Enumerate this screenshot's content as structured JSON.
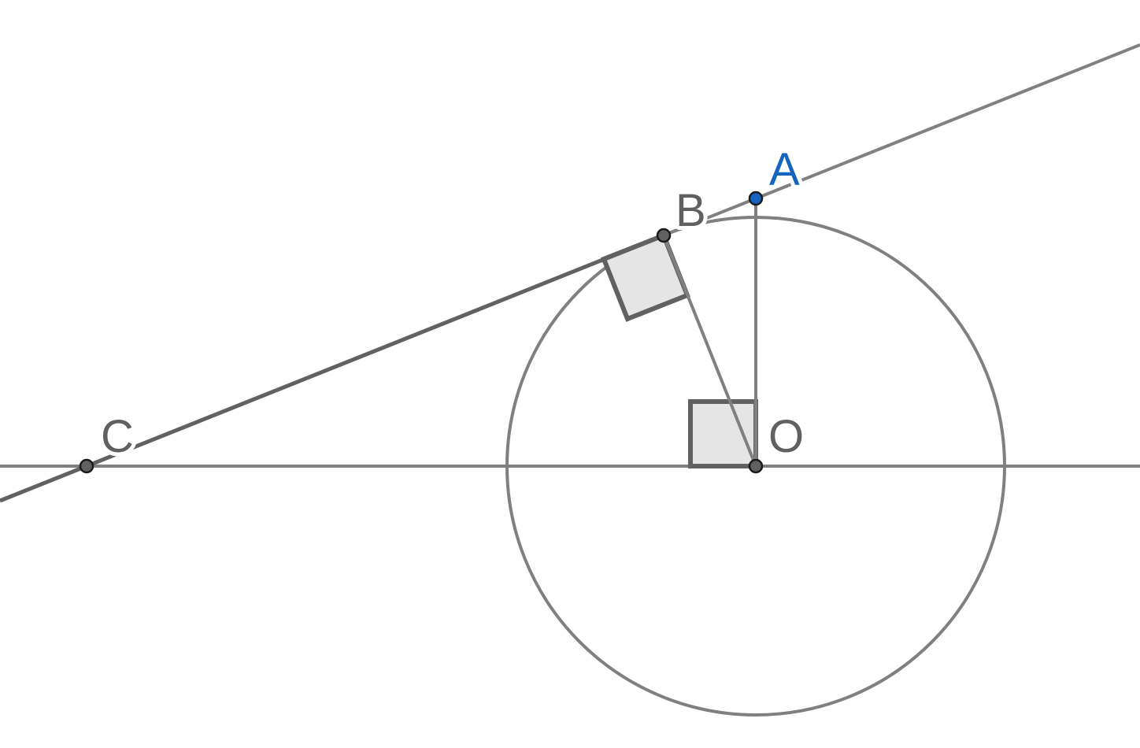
{
  "diagram": {
    "points": {
      "A": {
        "label": "A"
      },
      "B": {
        "label": "B"
      },
      "C": {
        "label": "C"
      },
      "O": {
        "label": "O"
      }
    },
    "colors": {
      "line": "#808080",
      "tangent": "#616161",
      "right_angle_fill": "#e5e5e5",
      "right_angle_stroke": "#616161",
      "point_fill": "#616161",
      "free_point_fill": "#1565c0",
      "label_dark": "#606060",
      "label_free": "#1565c0"
    }
  }
}
